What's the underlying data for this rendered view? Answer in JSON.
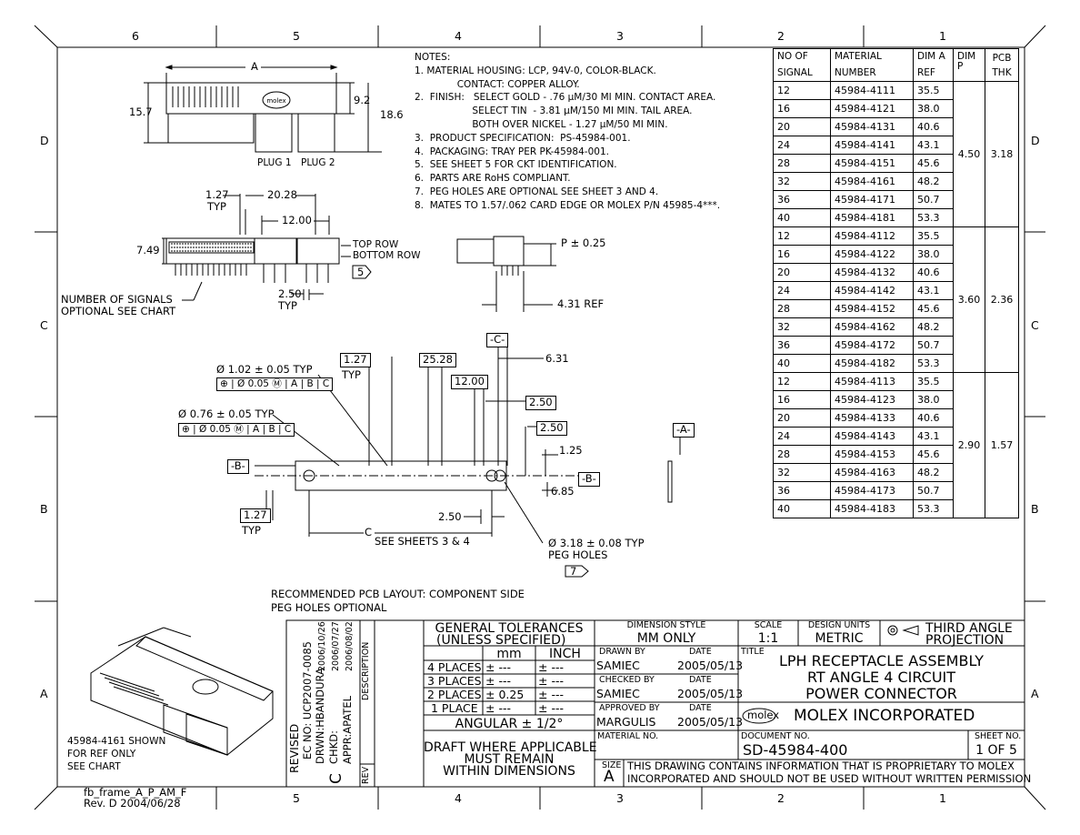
{
  "frame": {
    "top_zones": [
      "6",
      "5",
      "4",
      "3",
      "2",
      "1"
    ],
    "bottom_zones": [
      "5",
      "4",
      "3",
      "2",
      "1"
    ],
    "side_zones": [
      "D",
      "C",
      "B",
      "A"
    ],
    "frame_id": "fb_frame_A_P_AM_F",
    "frame_rev": "Rev. D 2004/06/28"
  },
  "notes": {
    "heading": "NOTES:",
    "lines": [
      "1.  MATERIAL HOUSING: LCP, 94V-0, COLOR-BLACK.",
      "              CONTACT: COPPER ALLOY.",
      "2.  FINISH:   SELECT GOLD - .76 μM/30 MI MIN. CONTACT AREA.",
      "                   SELECT TIN  - 3.81 μM/150 MI MIN. TAIL AREA.",
      "                   BOTH OVER NICKEL - 1.27 μM/50 MI MIN.",
      "3.  PRODUCT SPECIFICATION:  PS-45984-001.",
      "4.  PACKAGING: TRAY PER PK-45984-001.",
      "5.  SEE SHEET 5 FOR CKT IDENTIFICATION.",
      "6.  PARTS ARE RoHS COMPLIANT.",
      "7.  PEG HOLES ARE OPTIONAL SEE SHEET 3 AND 4.",
      "8.  MATES TO 1.57/.062 CARD EDGE OR MOLEX P/N 45985-4***."
    ]
  },
  "chart": {
    "headers": [
      [
        "NO OF",
        "SIGNAL"
      ],
      [
        "MATERIAL",
        "NUMBER"
      ],
      [
        "DIM A",
        "REF"
      ],
      [
        "DIM P",
        ""
      ],
      [
        "PCB",
        "THK"
      ]
    ],
    "groups": [
      {
        "dim_p": "4.50",
        "pcb": "3.18",
        "rows": [
          [
            "12",
            "45984-4111",
            "35.5"
          ],
          [
            "16",
            "45984-4121",
            "38.0"
          ],
          [
            "20",
            "45984-4131",
            "40.6"
          ],
          [
            "24",
            "45984-4141",
            "43.1"
          ],
          [
            "28",
            "45984-4151",
            "45.6"
          ],
          [
            "32",
            "45984-4161",
            "48.2"
          ],
          [
            "36",
            "45984-4171",
            "50.7"
          ],
          [
            "40",
            "45984-4181",
            "53.3"
          ]
        ]
      },
      {
        "dim_p": "3.60",
        "pcb": "2.36",
        "rows": [
          [
            "12",
            "45984-4112",
            "35.5"
          ],
          [
            "16",
            "45984-4122",
            "38.0"
          ],
          [
            "20",
            "45984-4132",
            "40.6"
          ],
          [
            "24",
            "45984-4142",
            "43.1"
          ],
          [
            "28",
            "45984-4152",
            "45.6"
          ],
          [
            "32",
            "45984-4162",
            "48.2"
          ],
          [
            "36",
            "45984-4172",
            "50.7"
          ],
          [
            "40",
            "45984-4182",
            "53.3"
          ]
        ]
      },
      {
        "dim_p": "2.90",
        "pcb": "1.57",
        "rows": [
          [
            "12",
            "45984-4113",
            "35.5"
          ],
          [
            "16",
            "45984-4123",
            "38.0"
          ],
          [
            "20",
            "45984-4133",
            "40.6"
          ],
          [
            "24",
            "45984-4143",
            "43.1"
          ],
          [
            "28",
            "45984-4153",
            "45.6"
          ],
          [
            "32",
            "45984-4163",
            "48.2"
          ],
          [
            "36",
            "45984-4173",
            "50.7"
          ],
          [
            "40",
            "45984-4183",
            "53.3"
          ]
        ]
      }
    ]
  },
  "top_view": {
    "dim_a": "A",
    "dim_9_2": "9.2",
    "dim_15_7": "15.7",
    "dim_18_6": "18.6",
    "plug1": "PLUG 1",
    "plug2": "PLUG 2"
  },
  "front_view": {
    "dim_1_27": "1.27",
    "typ1": "TYP",
    "dim_20_28": "20.28",
    "dim_12_00": "12.00",
    "dim_7_49": "7.49",
    "top_row": "TOP ROW",
    "bottom_row": "BOTTOM ROW",
    "flag_5": "5",
    "dim_2_50": "2.50",
    "typ2": "TYP",
    "signals_1": "NUMBER OF SIGNALS",
    "signals_2": "OPTIONAL SEE CHART"
  },
  "side_view": {
    "dim_p": "P ± 0.25",
    "dim_4_31": "4.31 REF"
  },
  "pcb_layout": {
    "datum_c": "-C-",
    "dim_1_27": "1.27",
    "typ_a": "TYP",
    "dim_25_28": "25.28",
    "dim_6_31": "6.31",
    "hole1_dia": "Ø 1.02 ± 0.05  TYP",
    "hole1_fcf": "⊕ | Ø 0.05 Ⓜ | A | B | C",
    "dim_12_00": "12.00",
    "dim_2_50a": "2.50",
    "dim_2_50b": "2.50",
    "hole2_dia": "Ø 0.76 ± 0.05  TYP",
    "hole2_fcf": "⊕ | Ø 0.05 Ⓜ | A | B | C",
    "datum_a": "-A-",
    "dim_1_25": "1.25",
    "datum_b_left": "-B-",
    "datum_b_right": "-B-",
    "dim_6_85": "6.85",
    "dim_1_27b": "1.27",
    "typ_b": "TYP",
    "dim_2_50c": "2.50",
    "dim_c": "C",
    "see_sheets": "SEE SHEETS 3 & 4",
    "peg_dia": "Ø 3.18 ± 0.08  TYP",
    "peg_holes": "PEG HOLES",
    "flag_7": "7",
    "caption1": "RECOMMENDED PCB LAYOUT: COMPONENT SIDE",
    "caption2": "PEG HOLES OPTIONAL"
  },
  "iso_view": {
    "line1": "45984-4161 SHOWN",
    "line2": "FOR REF ONLY",
    "line3": "SEE CHART"
  },
  "revision": {
    "revised": "REVISED",
    "ec_no": "EC NO: UCP2007-0085",
    "drwn": "DRWN:HBANDURA",
    "chkd": "CHKD:",
    "appr": "APPR:APATEL",
    "date1": "2006/10/26",
    "date2": "2006/07/27",
    "date3": "2006/08/02",
    "description": "DESCRIPTION",
    "rev_label": "REV",
    "rev_value": "C"
  },
  "tolerances": {
    "title1": "GENERAL TOLERANCES",
    "title2": "(UNLESS SPECIFIED)",
    "col_mm": "mm",
    "col_inch": "INCH",
    "rows": [
      [
        "4 PLACES",
        "± ---",
        "± ---"
      ],
      [
        "3 PLACES",
        "± ---",
        "± ---"
      ],
      [
        "2 PLACES",
        "± 0.25",
        "± ---"
      ],
      [
        "1 PLACE",
        "± ---",
        "± ---"
      ]
    ],
    "angular": "ANGULAR ± 1/2°",
    "draft1": "DRAFT WHERE APPLICABLE",
    "draft2": "MUST REMAIN",
    "draft3": "WITHIN DIMENSIONS"
  },
  "title_block": {
    "dim_style_label": "DIMENSION STYLE",
    "dim_style": "MM ONLY",
    "scale_label": "SCALE",
    "scale": "1:1",
    "design_units_label": "DESIGN UNITS",
    "design_units": "METRIC",
    "projection1": "THIRD ANGLE",
    "projection2": "PROJECTION",
    "drawn_by_label": "DRAWN BY",
    "drawn_by": "SAMIEC",
    "checked_by_label": "CHECKED BY",
    "checked_by": "SAMIEC",
    "approved_by_label": "APPROVED BY",
    "approved_by": "MARGULIS",
    "date_label": "DATE",
    "drawn_date": "2005/05/13",
    "checked_date": "2005/05/13",
    "approved_date": "2005/05/13",
    "material_label": "MATERIAL NO.",
    "title_label": "TITLE",
    "title1": "LPH RECEPTACLE ASSEMBLY",
    "title2": "RT ANGLE 4 CIRCUIT",
    "title3": "POWER CONNECTOR",
    "logo": "molex",
    "company": "MOLEX INCORPORATED",
    "doc_label": "DOCUMENT NO.",
    "doc_no": "SD-45984-400",
    "sheet_label": "SHEET NO.",
    "sheet": "1 OF 5",
    "size_label": "SIZE",
    "size": "A",
    "proprietary1": "THIS DRAWING CONTAINS INFORMATION THAT IS PROPRIETARY TO MOLEX",
    "proprietary2": "INCORPORATED AND SHOULD NOT BE USED WITHOUT WRITTEN PERMISSION"
  }
}
